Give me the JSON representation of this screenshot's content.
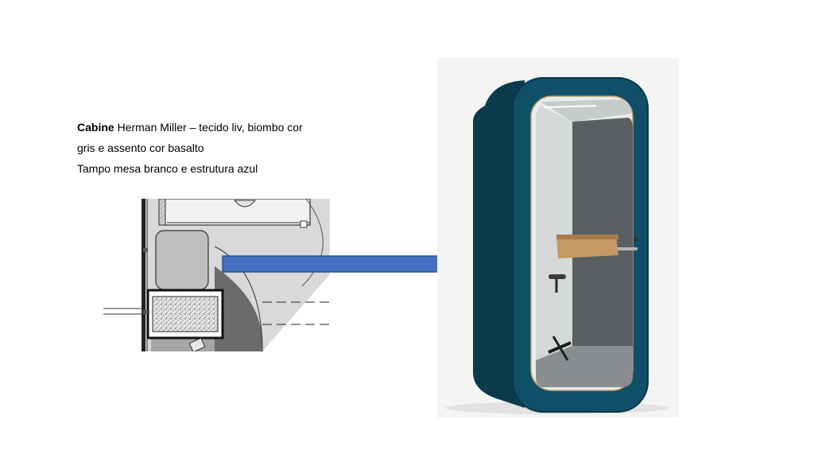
{
  "caption": {
    "line1_bold": "Cabine",
    "line1_rest": " Herman Miller – tecido liv, biombo cor",
    "line2": "gris e assento cor basalto",
    "line3": "Tampo mesa branco e estrutura azul"
  },
  "colors": {
    "arrow_fill": "#4472c4",
    "arrow_stroke": "#2f528f",
    "booth_teal": "#0f5068",
    "booth_teal_dark": "#0a3a4c",
    "interior_felt": "#5a5f62",
    "desk_wood": "#c59866",
    "plan_gray_light": "#d9d9d9",
    "plan_gray_mid": "#a6a6a6",
    "plan_gray_dark": "#6b6b6b"
  },
  "icons": {
    "floorplan": "cabin-floorplan-illustration",
    "arrow": "right-arrow",
    "booth": "phone-booth-photo"
  }
}
